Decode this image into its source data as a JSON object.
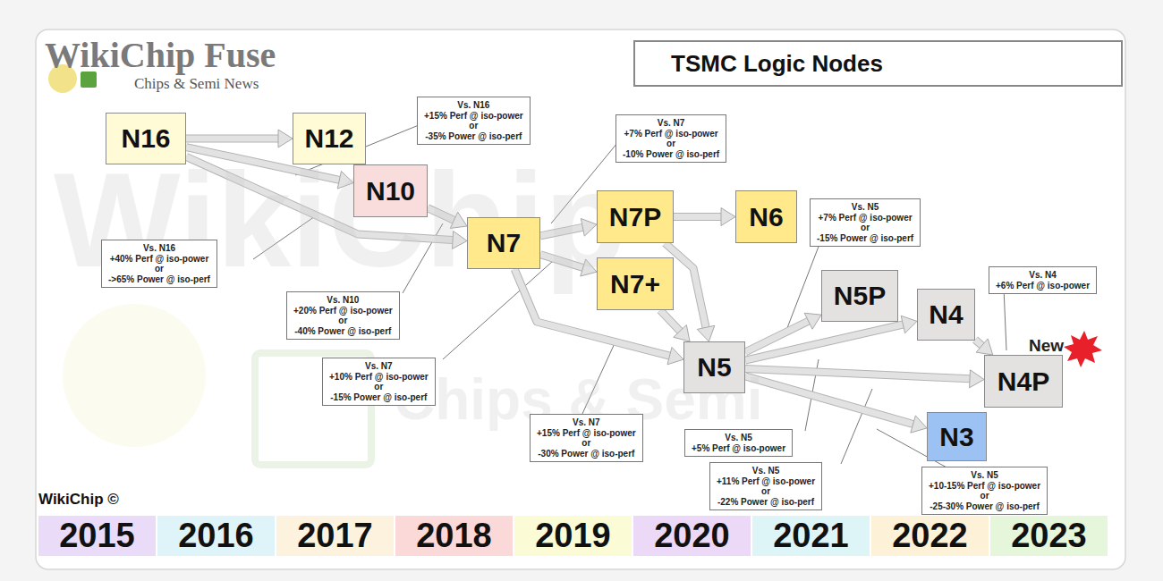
{
  "diagram": {
    "title": "TSMC Logic Nodes",
    "nodes": [
      {
        "text": [
          "TSMC Logic Nodes"
        ]
      },
      {
        "text": [
          "N16"
        ]
      },
      {
        "text": [
          "N12"
        ]
      },
      {
        "text": [
          "N10"
        ]
      },
      {
        "text": [
          "N7"
        ]
      },
      {
        "text": [
          "N7P"
        ]
      },
      {
        "text": [
          "N6"
        ]
      },
      {
        "text": [
          "N7+"
        ]
      },
      {
        "text": [
          "N5"
        ]
      },
      {
        "text": [
          "N5P"
        ]
      },
      {
        "text": [
          "N4"
        ]
      },
      {
        "text": [
          "N4P"
        ]
      },
      {
        "text": [
          "N3"
        ]
      },
      {
        "text": [
          "Vs. N16",
          "+15% Perf @ iso-power",
          "or",
          "-35% Power @ iso-perf"
        ]
      },
      {
        "text": [
          "Vs. N7",
          "+7% Perf @ iso-power",
          "or",
          "-10% Power @ iso-perf"
        ]
      },
      {
        "text": [
          "Vs. N5",
          "+7% Perf @ iso-power",
          "or",
          "-15% Power @ iso-perf"
        ]
      },
      {
        "text": [
          "Vs. N4",
          "+6% Perf @ iso-power"
        ]
      },
      {
        "text": [
          "Vs. N16",
          "+40% Perf @ iso-power",
          "or",
          "->65% Power @ iso-perf"
        ]
      },
      {
        "text": [
          "Vs. N10",
          "+20% Perf @ iso-power",
          "or",
          "-40% Power @ iso-perf"
        ]
      },
      {
        "text": [
          "Vs. N7",
          "+10% Perf @ iso-power",
          "or",
          "-15% Power @ iso-perf"
        ]
      },
      {
        "text": [
          "Vs. N7",
          "+15% Perf @ iso-power",
          "or",
          "-30% Power @ iso-perf"
        ]
      },
      {
        "text": [
          "Vs. N5",
          "+5% Perf @ iso-power"
        ]
      },
      {
        "text": [
          "Vs. N5",
          "+11% Perf @ iso-power",
          "or",
          "-22% Power @ iso-perf"
        ]
      },
      {
        "text": [
          "Vs. N5",
          "+10-15% Perf @ iso-power",
          "or",
          "-25-30% Power @ iso-perf"
        ]
      },
      {
        "text": [
          "2015"
        ]
      },
      {
        "text": [
          "2016"
        ]
      },
      {
        "text": [
          "2017"
        ]
      },
      {
        "text": [
          "2018"
        ]
      },
      {
        "text": [
          "2019"
        ]
      },
      {
        "text": [
          "2020"
        ]
      },
      {
        "text": [
          "2021"
        ]
      },
      {
        "text": [
          "2022"
        ]
      },
      {
        "text": [
          "2023"
        ]
      }
    ],
    "edges": [
      {
        "from": 1,
        "to": 2,
        "arrow": "to"
      },
      {
        "from": 1,
        "to": 3,
        "arrow": "to"
      },
      {
        "from": 1,
        "to": 4,
        "arrow": "to"
      },
      {
        "from": 3,
        "to": 4,
        "arrow": "to"
      },
      {
        "from": 4,
        "to": 5,
        "arrow": "to"
      },
      {
        "from": 4,
        "to": 7,
        "arrow": "to"
      },
      {
        "from": 5,
        "to": 6,
        "arrow": "to"
      },
      {
        "from": 4,
        "to": 8,
        "arrow": "to"
      },
      {
        "from": 5,
        "to": 8,
        "arrow": "to"
      },
      {
        "from": 7,
        "to": 8,
        "arrow": "to"
      },
      {
        "from": 8,
        "to": 9,
        "arrow": "to"
      },
      {
        "from": 8,
        "to": 10,
        "arrow": "to"
      },
      {
        "from": 8,
        "to": 11,
        "arrow": "to"
      },
      {
        "from": 8,
        "to": 12,
        "arrow": "to"
      },
      {
        "from": 10,
        "to": 11,
        "arrow": "to"
      }
    ],
    "labels": [
      "WikiChip Fuse",
      "Chips & Semi News",
      "WikiChip ©",
      "New",
      "WikiChip",
      "Chips & Semi"
    ]
  }
}
